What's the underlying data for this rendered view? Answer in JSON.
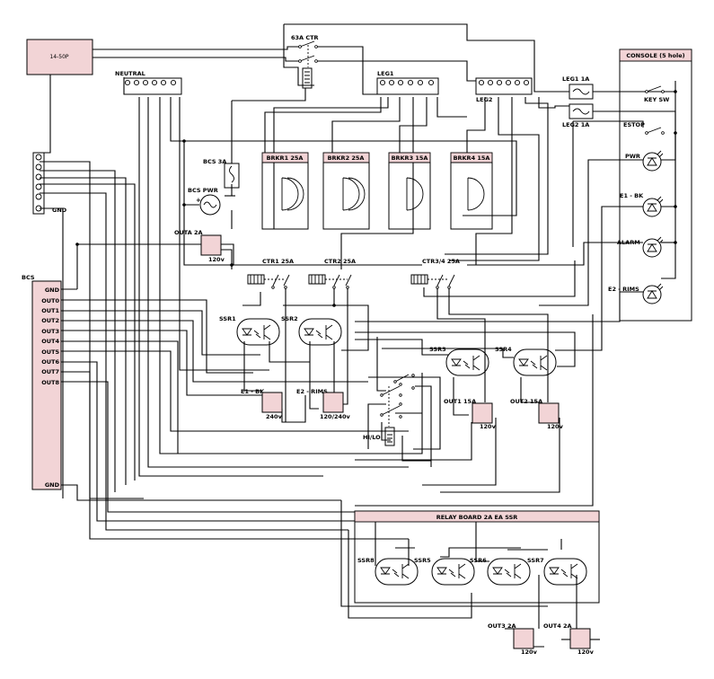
{
  "power": {
    "plug": "14-50P",
    "contactor": "63A CTR",
    "neutral": "NEUTRAL",
    "leg1": "LEG1",
    "leg2": "LEG2"
  },
  "console": {
    "title": "CONSOLE (5 hole)",
    "fuse1": "LEG1 1A",
    "fuse2": "LEG2 1A",
    "key_sw": "KEY SW",
    "estop": "ESTOP",
    "lamps": [
      "PWR",
      "E1 - BK",
      "ALARM",
      "E2 - RIMS"
    ]
  },
  "breakers": [
    "BRKR1 25A",
    "BRKR2 25A",
    "BRKR3 15A",
    "BRKR4 15A"
  ],
  "contactors": [
    "CTR1 25A",
    "CTR2 25A",
    "CTR3/4 25A"
  ],
  "bcs": {
    "fuse": "BCS 3A",
    "psu": "BCS PWR",
    "label": "BCS",
    "gnd_term": "GND",
    "pins": [
      "GND",
      "OUT0",
      "OUT1",
      "OUT2",
      "OUT3",
      "OUT4",
      "OUT5",
      "OUT6",
      "OUT7",
      "OUT8"
    ],
    "gnd_bottom": "GND"
  },
  "outlets": {
    "outa": {
      "name": "OUTA 2A",
      "volt": "120v"
    },
    "e1": {
      "name": "E1 - BK",
      "volt": "240v"
    },
    "e2": {
      "name": "E2 - RIMS",
      "volt": "120/240v"
    },
    "out1": {
      "name": "OUT1 15A",
      "volt": "120v"
    },
    "out2": {
      "name": "OUT2 15A",
      "volt": "120v"
    },
    "out3": {
      "name": "OUT3 2A",
      "volt": "120v"
    },
    "out4": {
      "name": "OUT4 2A",
      "volt": "120v"
    }
  },
  "ssr": [
    "SSR1",
    "SSR2",
    "SSR3",
    "SSR4"
  ],
  "hilo": "HI/LO",
  "relay_board": {
    "title": "RELAY BOARD 2A EA SSR",
    "ssrs": [
      "SSR8",
      "SSR5",
      "SSR6",
      "SSR7"
    ]
  }
}
